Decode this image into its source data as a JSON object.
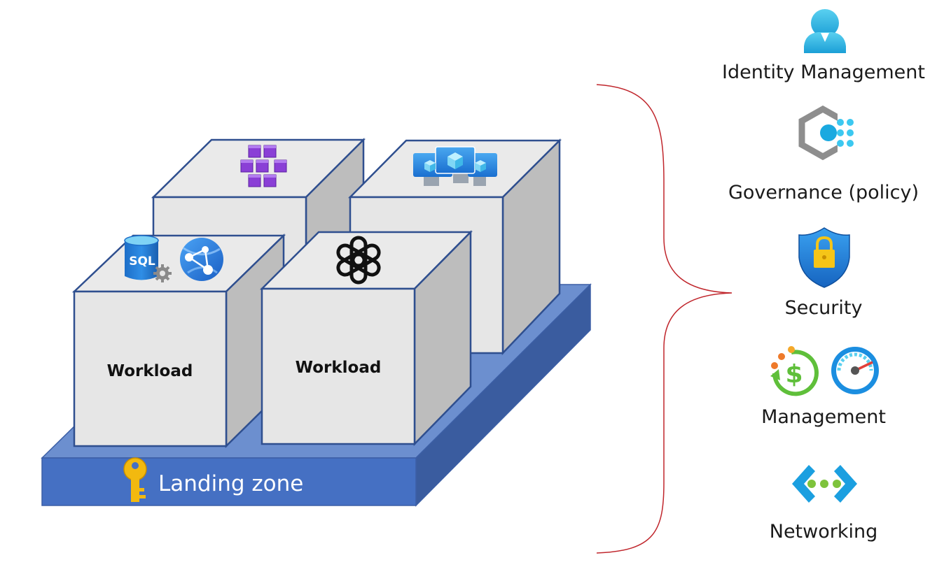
{
  "landing_zone": {
    "label": "Landing zone",
    "icon": "key-icon"
  },
  "workloads": [
    {
      "label": "Workload",
      "icons": [
        "sql-database-icon",
        "app-service-icon"
      ]
    },
    {
      "label": "Workload",
      "icons": [
        "openai-icon"
      ]
    }
  ],
  "back_boxes": [
    {
      "icons": [
        "container-instances-icon"
      ]
    },
    {
      "icons": [
        "virtual-machines-icon"
      ]
    }
  ],
  "platform_services": [
    {
      "label": "Identity Management",
      "icon": "user-icon"
    },
    {
      "label": "Governance (policy)",
      "icon": "policy-icon"
    },
    {
      "label": "Security",
      "icon": "shield-lock-icon"
    },
    {
      "label": "Management",
      "icons": [
        "cost-management-icon",
        "monitor-gauge-icon"
      ]
    },
    {
      "label": "Networking",
      "icon": "network-icon"
    }
  ],
  "colors": {
    "platform_top": "#6c8fcf",
    "platform_front": "#4570c3",
    "platform_side": "#3a5c9f",
    "box_front": "#e6e6e6",
    "box_top": "#eaeaea",
    "box_side": "#bdbdbd",
    "box_edge": "#2f4f8f",
    "brace": "#c0262c"
  }
}
